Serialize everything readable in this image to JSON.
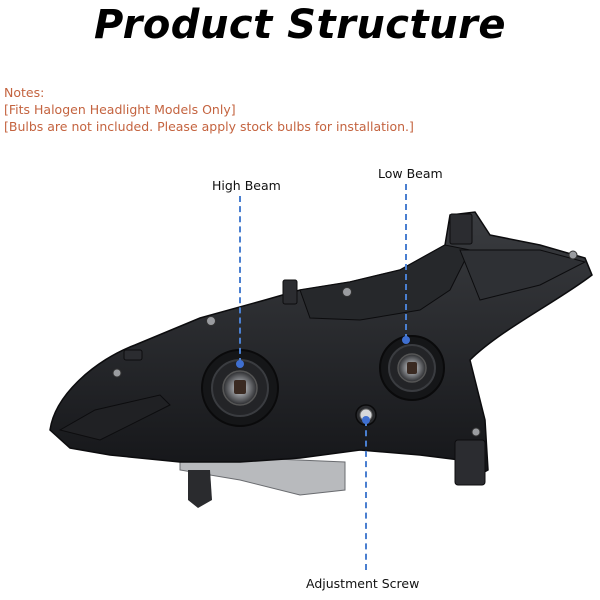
{
  "title": "Product Structure",
  "notes": {
    "heading": "Notes:",
    "line1": "[Fits Halogen Headlight Models Only]",
    "line2": "[Bulbs are not included. Please apply stock bulbs for installation.]"
  },
  "callouts": {
    "high_beam": "High Beam",
    "low_beam": "Low Beam",
    "adjustment_screw": "Adjustment Screw"
  },
  "colors": {
    "title": "#000000",
    "notes": "#c4633f",
    "callout_line": "#4a7fd0",
    "housing": "#1c1d20"
  }
}
